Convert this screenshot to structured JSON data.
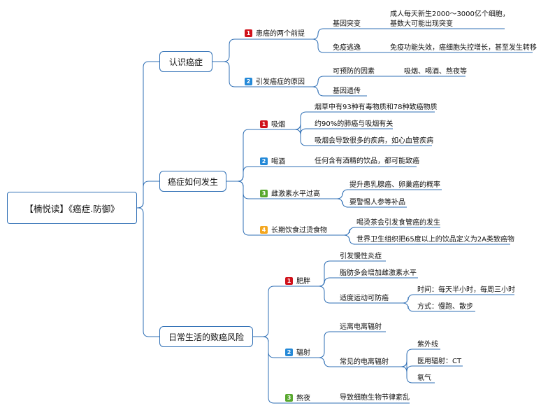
{
  "root": "【楠悦读】《癌症.防御》",
  "colors": {
    "line": "#2f6fb5",
    "red": "#d0121b",
    "blue": "#2489d8",
    "green": "#58a82e",
    "orange": "#f4a720"
  },
  "topics": [
    {
      "label": "认识癌症",
      "subs": [
        {
          "num": "1",
          "label": "患癌的两个前提",
          "children": [
            {
              "label": "基因突变",
              "children": [
                "成人每天新生2000～3000亿个细胞，",
                "基数大可能出现突变"
              ]
            },
            {
              "label": "免疫逃逸",
              "children": [
                "免疫功能失效，癌细胞失控增长，甚至发生转移"
              ]
            }
          ]
        },
        {
          "num": "2",
          "label": "引发癌症的原因",
          "children": [
            {
              "label": "可预防的因素",
              "children": [
                "吸烟、喝酒、熬夜等"
              ]
            },
            {
              "label": "基因遗传"
            }
          ]
        }
      ]
    },
    {
      "label": "癌症如何发生",
      "subs": [
        {
          "num": "1",
          "label": "吸烟",
          "children": [
            {
              "label": "烟草中有93种有毒物质和78种致癌物质"
            },
            {
              "label": "约90%的肺癌与吸烟有关"
            },
            {
              "label": "吸烟会导致很多的疾病，如心血管疾病"
            }
          ]
        },
        {
          "num": "2",
          "label": "喝酒",
          "children": [
            {
              "label": "任何含有酒精的饮品，都可能致癌"
            }
          ]
        },
        {
          "num": "3",
          "label": "雌激素水平过高",
          "children": [
            {
              "label": "提升患乳腺癌、卵巢癌的概率"
            },
            {
              "label": "要警惕人参等补品"
            }
          ]
        },
        {
          "num": "4",
          "label": "长期饮食过烫食物",
          "children": [
            {
              "label": "喝烫茶会引发食管癌的发生"
            },
            {
              "label": "世界卫生组织把65度以上的饮品定义为2A类致癌物"
            }
          ]
        }
      ]
    },
    {
      "label": "日常生活的致癌风险",
      "subs": [
        {
          "num": "1",
          "label": "肥胖",
          "children": [
            {
              "label": "引发慢性炎症"
            },
            {
              "label": "脂肪多会增加雌激素水平"
            },
            {
              "label": "适度运动可防癌",
              "children": [
                "时间：每天半小时，每周三小时",
                "方式：慢跑、散步"
              ]
            }
          ]
        },
        {
          "num": "2",
          "label": "辐射",
          "children": [
            {
              "label": "远离电离辐射"
            },
            {
              "label": "常见的电离辐射",
              "children": [
                "紫外线",
                "医用辐射：CT",
                "氡气"
              ]
            }
          ]
        },
        {
          "num": "3",
          "label": "熬夜",
          "children": [
            {
              "label": "导致细胞生物节律紊乱"
            }
          ]
        }
      ]
    }
  ]
}
